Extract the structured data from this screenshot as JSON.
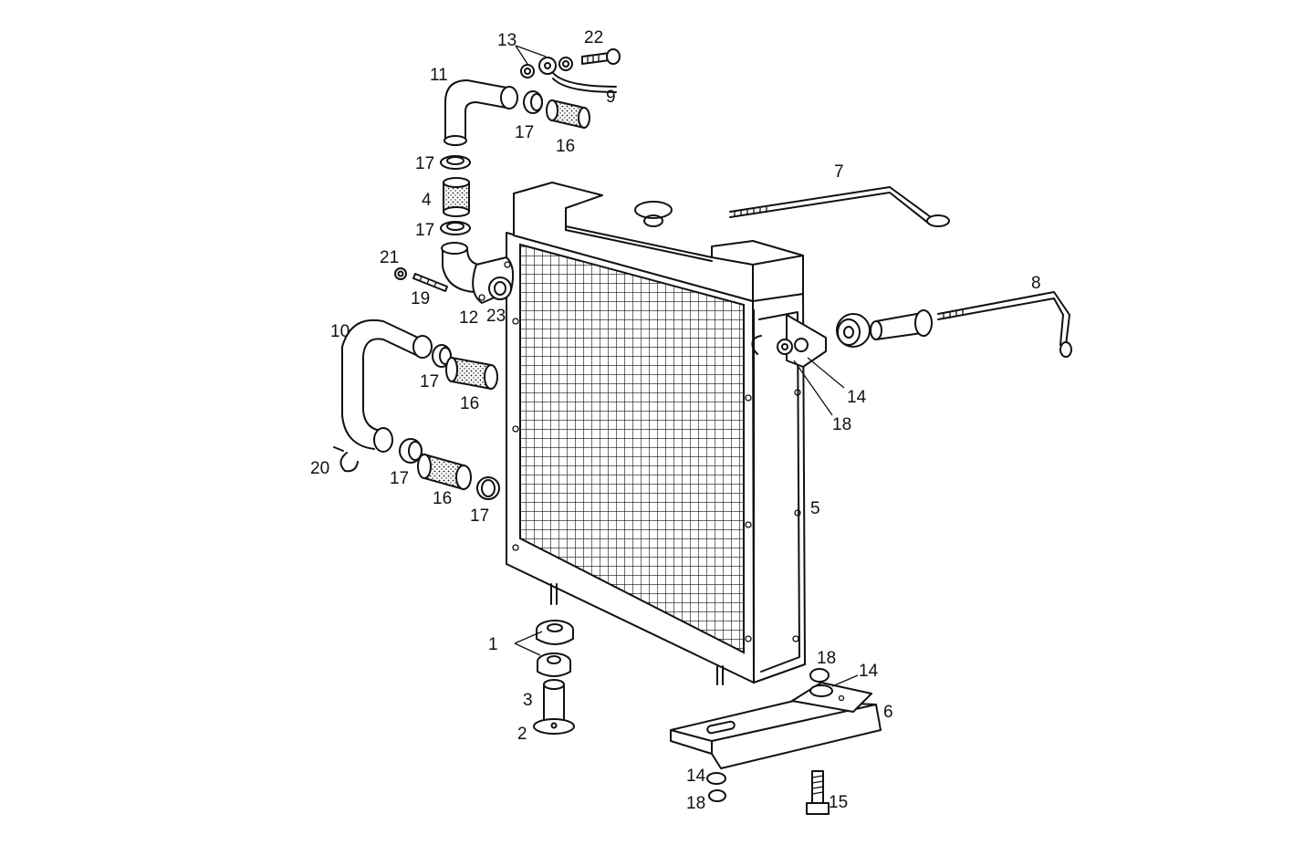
{
  "callouts": [
    {
      "id": "c1",
      "text": "1"
    },
    {
      "id": "c2",
      "text": "2"
    },
    {
      "id": "c3",
      "text": "3"
    },
    {
      "id": "c4",
      "text": "4"
    },
    {
      "id": "c5",
      "text": "5"
    },
    {
      "id": "c6",
      "text": "6"
    },
    {
      "id": "c7",
      "text": "7"
    },
    {
      "id": "c8",
      "text": "8"
    },
    {
      "id": "c9",
      "text": "9"
    },
    {
      "id": "c10",
      "text": "10"
    },
    {
      "id": "c11",
      "text": "11"
    },
    {
      "id": "c12",
      "text": "12"
    },
    {
      "id": "c13",
      "text": "13"
    },
    {
      "id": "c14a",
      "text": "14"
    },
    {
      "id": "c14b",
      "text": "14"
    },
    {
      "id": "c14c",
      "text": "14"
    },
    {
      "id": "c15",
      "text": "15"
    },
    {
      "id": "c16a",
      "text": "16"
    },
    {
      "id": "c16b",
      "text": "16"
    },
    {
      "id": "c16c",
      "text": "16"
    },
    {
      "id": "c17a",
      "text": "17"
    },
    {
      "id": "c17b",
      "text": "17"
    },
    {
      "id": "c17c",
      "text": "17"
    },
    {
      "id": "c17d",
      "text": "17"
    },
    {
      "id": "c17e",
      "text": "17"
    },
    {
      "id": "c17f",
      "text": "17"
    },
    {
      "id": "c18a",
      "text": "18"
    },
    {
      "id": "c18b",
      "text": "18"
    },
    {
      "id": "c18c",
      "text": "18"
    },
    {
      "id": "c19",
      "text": "19"
    },
    {
      "id": "c20",
      "text": "20"
    },
    {
      "id": "c21",
      "text": "21"
    },
    {
      "id": "c22",
      "text": "22"
    },
    {
      "id": "c23",
      "text": "23"
    }
  ]
}
